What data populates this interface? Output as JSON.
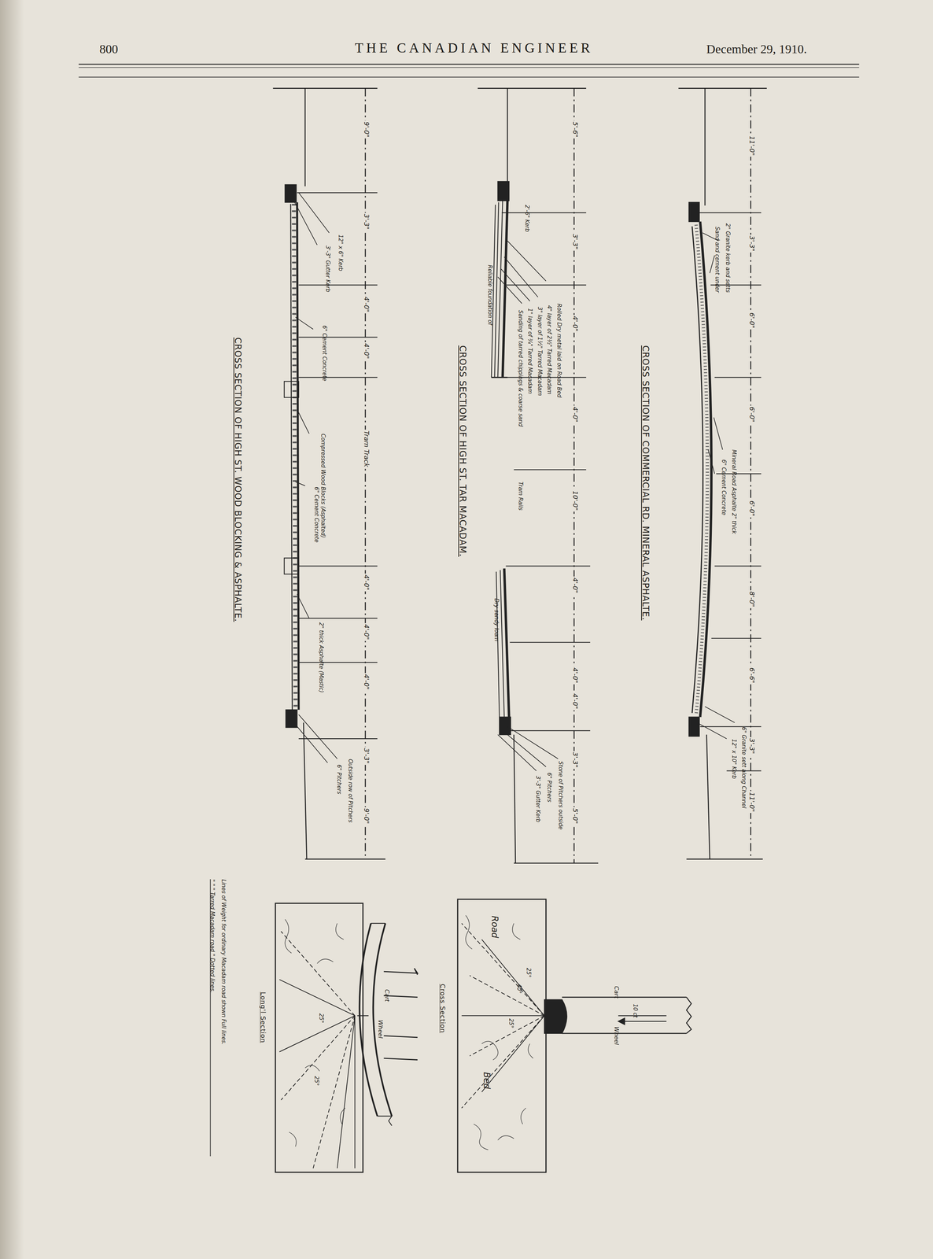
{
  "diagram": {
    "title": "THE CANADIAN ENGINEER",
    "labels": [
      "800",
      "December 29, 1910.",
      "11'-0\"",
      "3'-3\"",
      "6'-0\"",
      "6'-0\"",
      "6'-0\"",
      "8'-0\"",
      "6'-6\"",
      "3'-3\"",
      "11'-0\"",
      "2\" Granite kerb and setts",
      "Sand and cement under",
      "Mineral Road Asphalte 2\" thick",
      "6\" Cement Concrete",
      "6\" Granite sett along Channel",
      "12\" x 10\" Kerb",
      "CROSS SECTION OF COMMERCIAL RD. MINERAL ASPHALTE.",
      "5'-6\"",
      "3'-3\"",
      "4'-0\"",
      "4'-0\"",
      "10'-0\"",
      "4'-0\"",
      "4'-0\"",
      "4'-0\"",
      "3'-3\"",
      "5'-0\"",
      "2'-6\" Kerb",
      "Rolled Dry metal laid on Road Bed",
      "4\" layer of 2½\" Tarred Macadam",
      "3\" layer of 1½\" Tarred Macadam",
      "1\" layer of ¾\" Tarred Macadam",
      "Sanding of tarred chippings & coarse sand",
      "Reliable foundation of",
      "Tram Rails",
      "Dry sandy loam",
      "Stone of Pitchers outside",
      "6\" Pitchers",
      "3'-3\" Gutter Kerb",
      "CROSS SECTION OF HIGH ST. TAR MACADAM.",
      "9'-0\"",
      "3'-3\"",
      "4'-0\"",
      "4'-0\"",
      "Tram Track",
      "4'-0\"",
      "4'-0\"",
      "4'-0\"",
      "3'-3\"",
      "9'-0\"",
      "12\" x 6\" Kerb",
      "3'-3\" Gutter Kerb",
      "6\" Cement Concrete",
      "Compressed Wood Blocks (Asphalted)",
      "6\" Cement Concrete",
      "2\" thick Asphalte (Mastic)",
      "Outside row of Pitchers",
      "6\" Pitchers",
      "CROSS SECTION OF HIGH ST. WOOD BLOCKING & ASPHALTE.",
      "Road",
      "Bed",
      "25°",
      "40°",
      "25°",
      "Cart",
      "10 ct",
      "Wheel",
      "Cross Section",
      "Long'l Section",
      "Cart",
      "Wheel",
      "25°",
      "25°"
    ],
    "legend": [
      {
        "text": "Lines of Weight for ordinary Macadam road shown Full lines."
      },
      {
        "text": "\" \" \" Tarred Macadam road \" Dotted lines."
      }
    ]
  }
}
